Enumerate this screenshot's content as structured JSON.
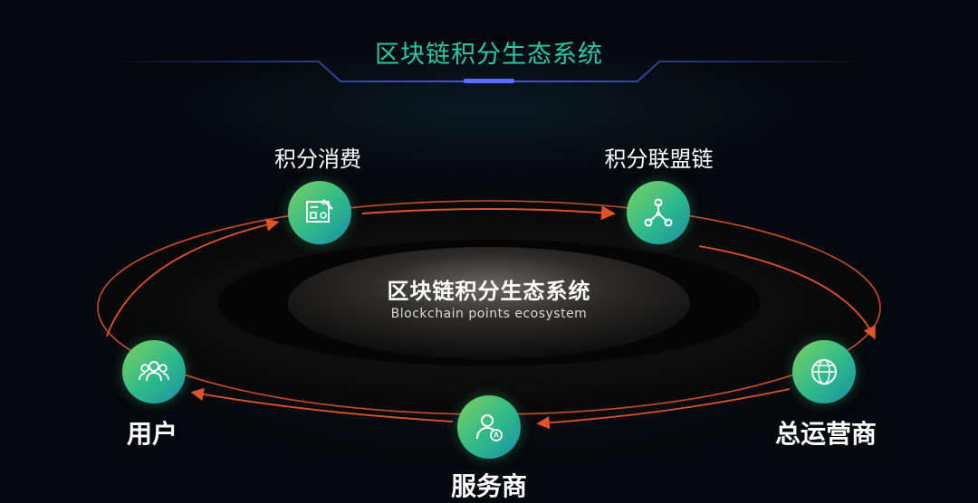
{
  "header": {
    "title": "区块链积分生态系统"
  },
  "center": {
    "title": "区块链积分生态系统",
    "subtitle": "Blockchain points ecosystem"
  },
  "nodes": {
    "consumption": {
      "label": "积分消费",
      "icon": "blueprint-pencil-icon"
    },
    "alliance_chain": {
      "label": "积分联盟链",
      "icon": "network-nodes-icon"
    },
    "operator": {
      "label": "总运营商",
      "icon": "globe-refresh-icon"
    },
    "provider": {
      "label": "服务商",
      "icon": "user-badge-icon"
    },
    "user": {
      "label": "用户",
      "icon": "user-group-icon"
    }
  },
  "colors": {
    "accent_title": "#27c9a6",
    "orbit": "#e0532a",
    "frame_line": "#3e4fc4",
    "node_gradient": [
      "#7ad160",
      "#2eb98a",
      "#1b8ea8"
    ]
  }
}
